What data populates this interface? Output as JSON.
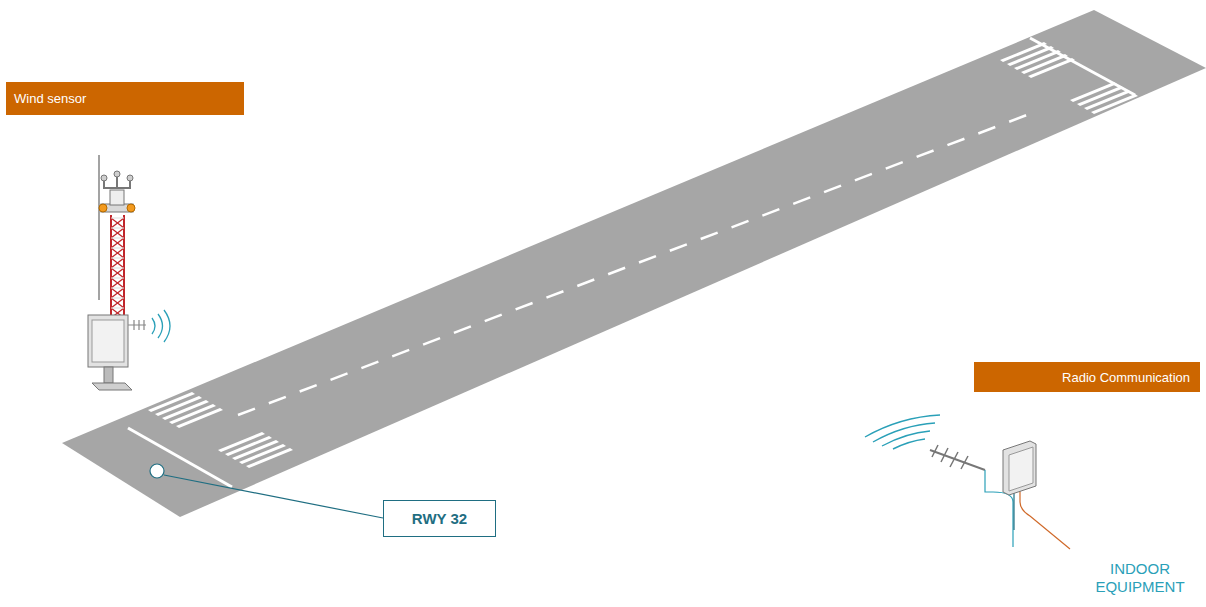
{
  "diagram": {
    "nodes": [
      {
        "text": [
          "Wind sensor"
        ]
      },
      {
        "text": [
          "RWY 32"
        ]
      },
      {
        "text": [
          "Radio Communication"
        ]
      }
    ],
    "edges": [],
    "labels": [
      "INDOOR EQUIPMENT"
    ]
  }
}
